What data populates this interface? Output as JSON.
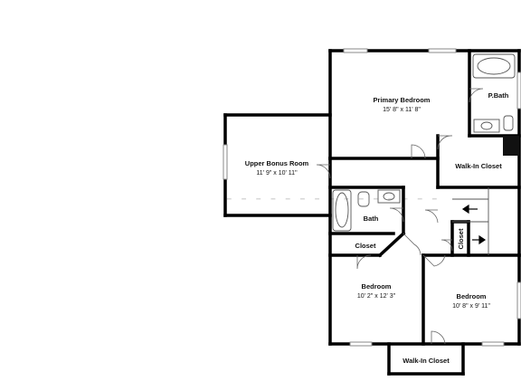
{
  "rooms": {
    "primary_bedroom": {
      "name": "Primary Bedroom",
      "dims": "15' 8\" x 11' 8\""
    },
    "upper_bonus_room": {
      "name": "Upper Bonus Room",
      "dims": "11' 9\" x 10' 11\""
    },
    "bedroom_left": {
      "name": "Bedroom",
      "dims": "10' 2\" x 12' 3\""
    },
    "bedroom_right": {
      "name": "Bedroom",
      "dims": "10' 8\" x 9' 11\""
    },
    "p_bath": {
      "name": "P.Bath"
    },
    "walk_in_closet_primary": {
      "name": "Walk-In Closet"
    },
    "bath": {
      "name": "Bath"
    },
    "closet_hall": {
      "name": "Closet"
    },
    "closet_stair": {
      "name": "Closet"
    },
    "walk_in_closet_bottom": {
      "name": "Walk-In Closet"
    }
  },
  "colors": {
    "wall": "#000000",
    "fixture": "#555555",
    "watermark": "#d8d8d8"
  }
}
